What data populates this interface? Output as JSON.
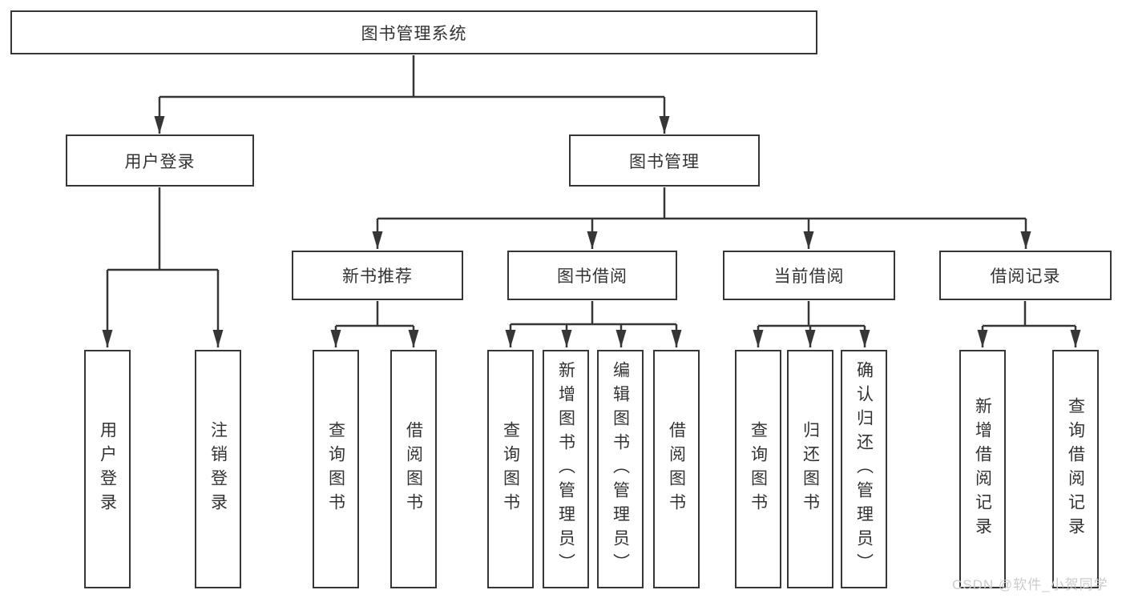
{
  "title": "图书管理系统",
  "watermark": "CSDN @软件_小贺同学",
  "colors": {
    "line": "#363636",
    "text": "#333333",
    "background": "#ffffff",
    "watermark": "#cbcbcb"
  },
  "tree": {
    "root": {
      "label": "图书管理系统"
    },
    "branches": [
      {
        "label": "用户登录",
        "children": [
          {
            "label": "用户登录"
          },
          {
            "label": "注销登录"
          }
        ]
      },
      {
        "label": "图书管理",
        "children": [
          {
            "label": "新书推荐",
            "children": [
              {
                "label": "查询图书"
              },
              {
                "label": "借阅图书"
              }
            ]
          },
          {
            "label": "图书借阅",
            "children": [
              {
                "label": "查询图书"
              },
              {
                "label": "新增图书（管理员）"
              },
              {
                "label": "编辑图书（管理员）"
              },
              {
                "label": "借阅图书"
              }
            ]
          },
          {
            "label": "当前借阅",
            "children": [
              {
                "label": "查询图书"
              },
              {
                "label": "归还图书"
              },
              {
                "label": "确认归还（管理员）"
              }
            ]
          },
          {
            "label": "借阅记录",
            "children": [
              {
                "label": "新增借阅记录"
              },
              {
                "label": "查询借阅记录"
              }
            ]
          }
        ]
      }
    ]
  }
}
